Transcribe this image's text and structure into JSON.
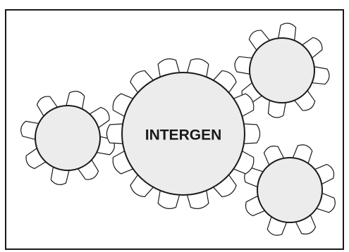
{
  "diagram": {
    "center_label": "INTERGEN",
    "colors": {
      "gear_fill": "#ececec",
      "tooth_fill": "#ffffff",
      "stroke": "#1a1a1a",
      "background": "#ffffff"
    },
    "gears": [
      {
        "id": "center",
        "label_key": "center_label"
      },
      {
        "id": "left"
      },
      {
        "id": "top-right"
      },
      {
        "id": "bottom-right"
      }
    ]
  }
}
